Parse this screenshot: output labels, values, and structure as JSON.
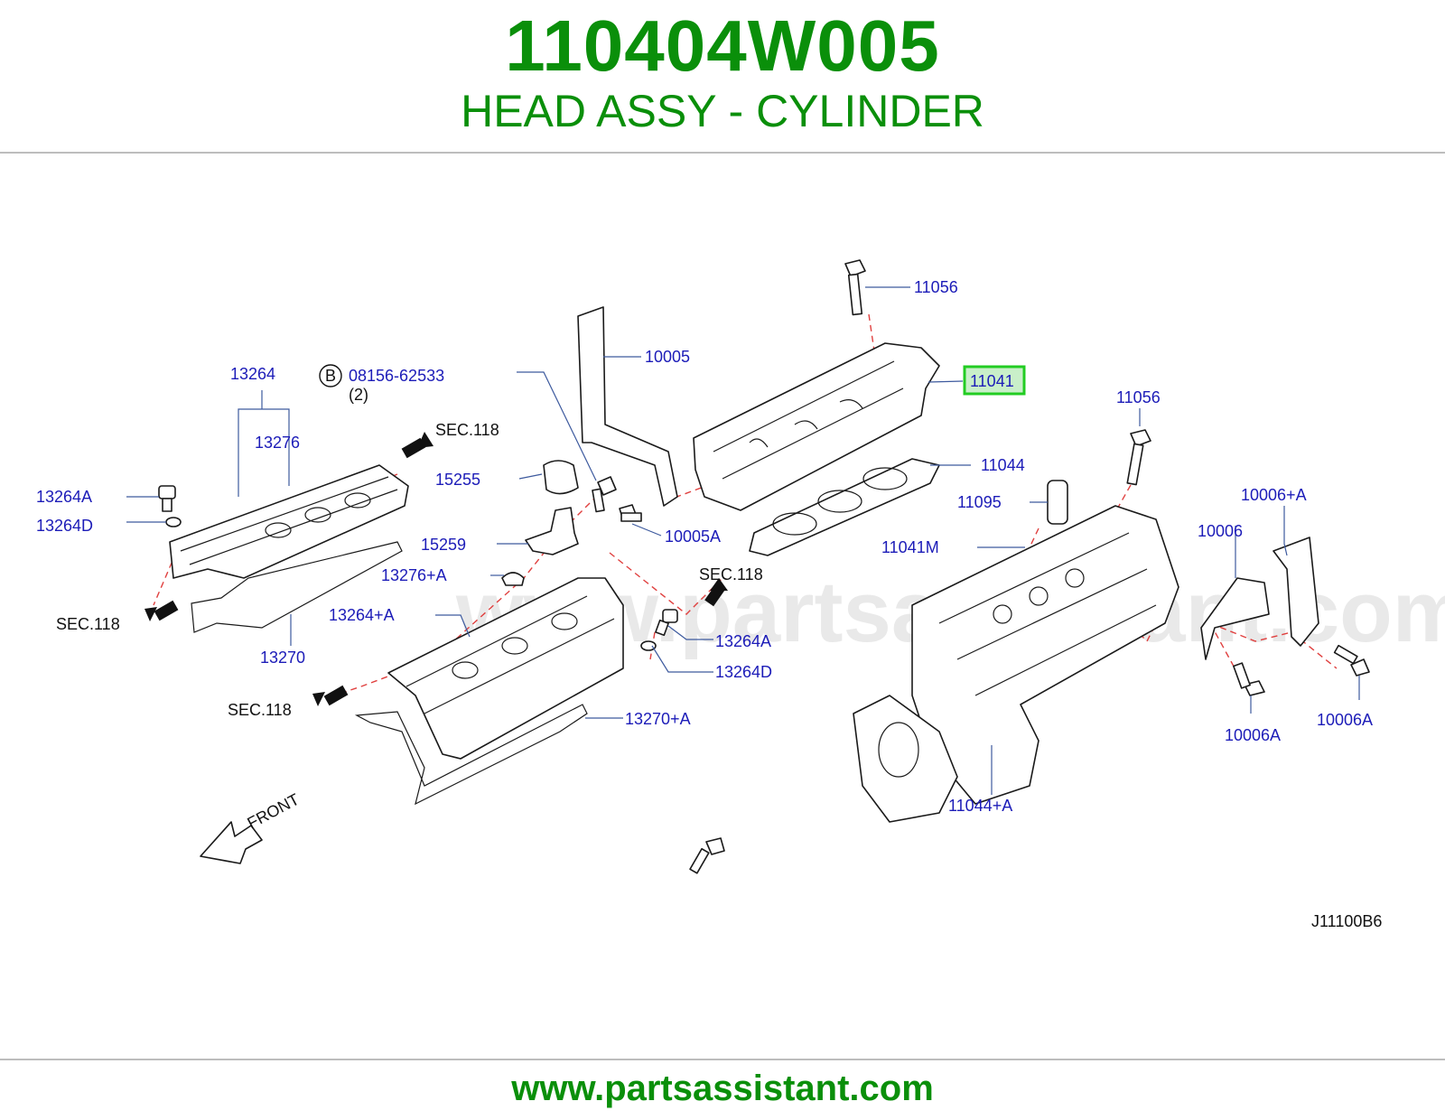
{
  "header": {
    "part_number": "110404W005",
    "part_name": "HEAD ASSY - CYLINDER"
  },
  "footer": {
    "url": "www.partsassistant.com"
  },
  "watermark": "www.partsassistant.com",
  "diagram": {
    "highlighted_part": "11041",
    "highlight_color": "#22cc22",
    "label_color": "#1c1cb8",
    "leader_color": "#e0403f",
    "drawing_code": "J11100B6",
    "front_label": "FRONT",
    "bolt_callout": {
      "letter": "B",
      "part": "08156-62533",
      "qty": "(2)"
    },
    "sec_labels": [
      "SEC.118",
      "SEC.118",
      "SEC.118",
      "SEC.118"
    ],
    "labels": {
      "p11056_top": "11056",
      "p10005": "10005",
      "p11041": "11041",
      "p13264": "13264",
      "p13276": "13276",
      "p11056_right": "11056",
      "p11044": "11044",
      "p13264A_left": "13264A",
      "p15255": "15255",
      "p11095": "11095",
      "p10006A_plus": "10006+A",
      "p13264D_left": "13264D",
      "p10005A": "10005A",
      "p10006": "10006",
      "p15259": "15259",
      "p11041M": "11041M",
      "p13276A": "13276+A",
      "p13264A_plus": "13264+A",
      "p13264A_right": "13264A",
      "p13270": "13270",
      "p13264D_right": "13264D",
      "p13270A": "13270+A",
      "p10006A_left": "10006A",
      "p10006A_right": "10006A",
      "p11044A": "11044+A"
    }
  }
}
